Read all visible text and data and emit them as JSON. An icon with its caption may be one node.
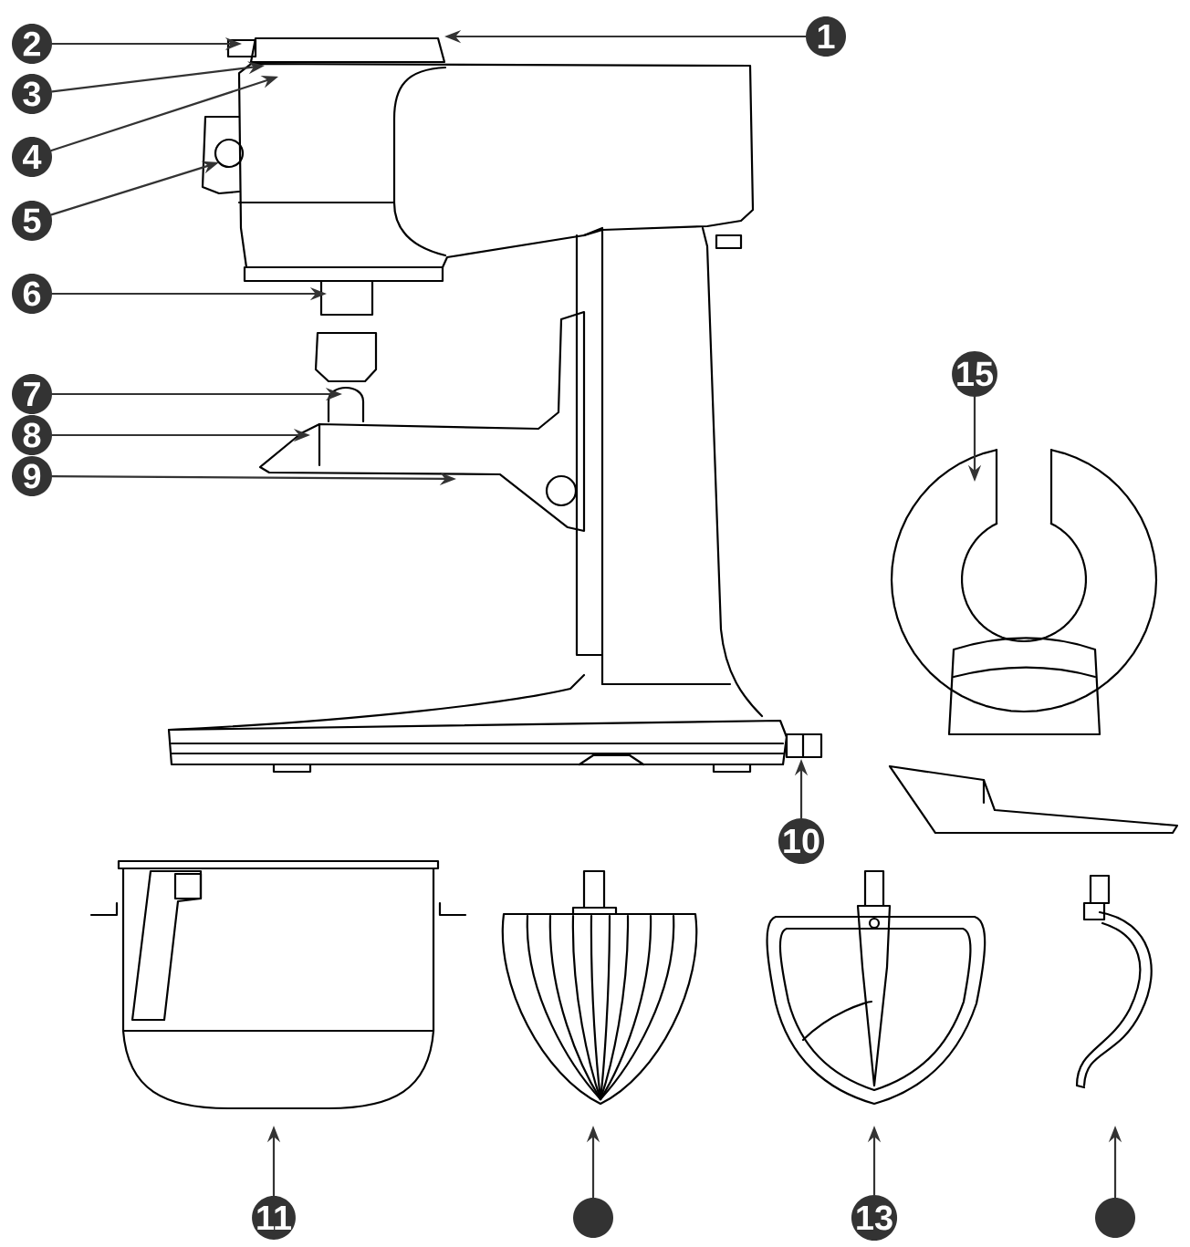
{
  "diagram": {
    "nodes": [
      {
        "text": [
          "1"
        ]
      },
      {
        "text": [
          "2"
        ]
      },
      {
        "text": [
          "3"
        ]
      },
      {
        "text": [
          "4"
        ]
      },
      {
        "text": [
          "5"
        ]
      },
      {
        "text": [
          "6"
        ]
      },
      {
        "text": [
          "7"
        ]
      },
      {
        "text": [
          "8"
        ]
      },
      {
        "text": [
          "9"
        ]
      },
      {
        "text": [
          "10"
        ]
      },
      {
        "text": [
          "11"
        ]
      },
      {
        "text": [],
        "shape": "circle"
      },
      {
        "text": [
          "13"
        ]
      },
      {
        "text": [],
        "shape": "circle"
      },
      {
        "text": [
          "15"
        ]
      }
    ],
    "edges": [
      {
        "from": 0,
        "to": null,
        "arrow": "to"
      },
      {
        "from": 1,
        "to": null,
        "arrow": "to"
      },
      {
        "from": 2,
        "to": null,
        "arrow": "to"
      },
      {
        "from": 3,
        "to": null,
        "arrow": "to"
      },
      {
        "from": 4,
        "to": null,
        "arrow": "to"
      },
      {
        "from": 5,
        "to": null,
        "arrow": "to"
      },
      {
        "from": 6,
        "to": null,
        "arrow": "to"
      },
      {
        "from": 7,
        "to": null,
        "arrow": "to"
      },
      {
        "from": 8,
        "to": null,
        "arrow": "to"
      },
      {
        "from": 9,
        "to": null,
        "arrow": "to"
      },
      {
        "from": 10,
        "to": null,
        "arrow": "to"
      },
      {
        "from": 11,
        "to": null,
        "arrow": "to"
      },
      {
        "from": 12,
        "to": null,
        "arrow": "to"
      },
      {
        "from": 13,
        "to": null,
        "arrow": "to"
      },
      {
        "from": 14,
        "to": null,
        "arrow": "to"
      }
    ]
  }
}
